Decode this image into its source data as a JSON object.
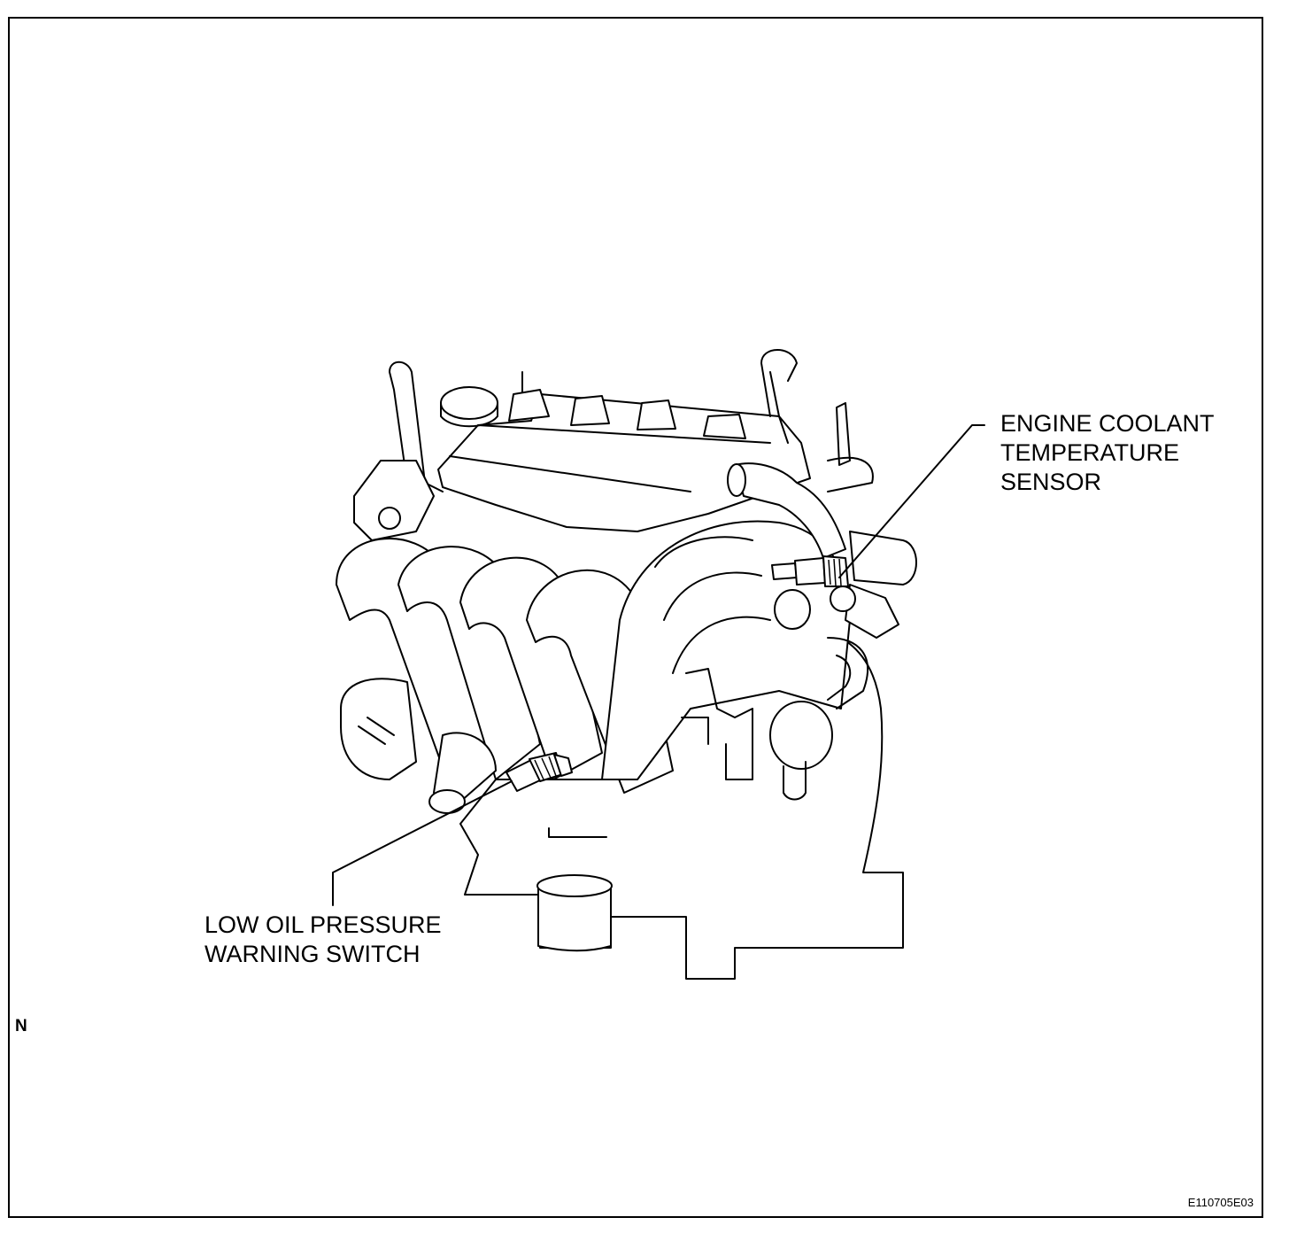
{
  "labels": {
    "ect_sensor": [
      "ENGINE COOLANT",
      "TEMPERATURE",
      "SENSOR"
    ],
    "oil_switch": [
      "LOW OIL PRESSURE",
      "WARNING SWITCH"
    ]
  },
  "figure_code": "E110705E03",
  "corner_mark": "N"
}
